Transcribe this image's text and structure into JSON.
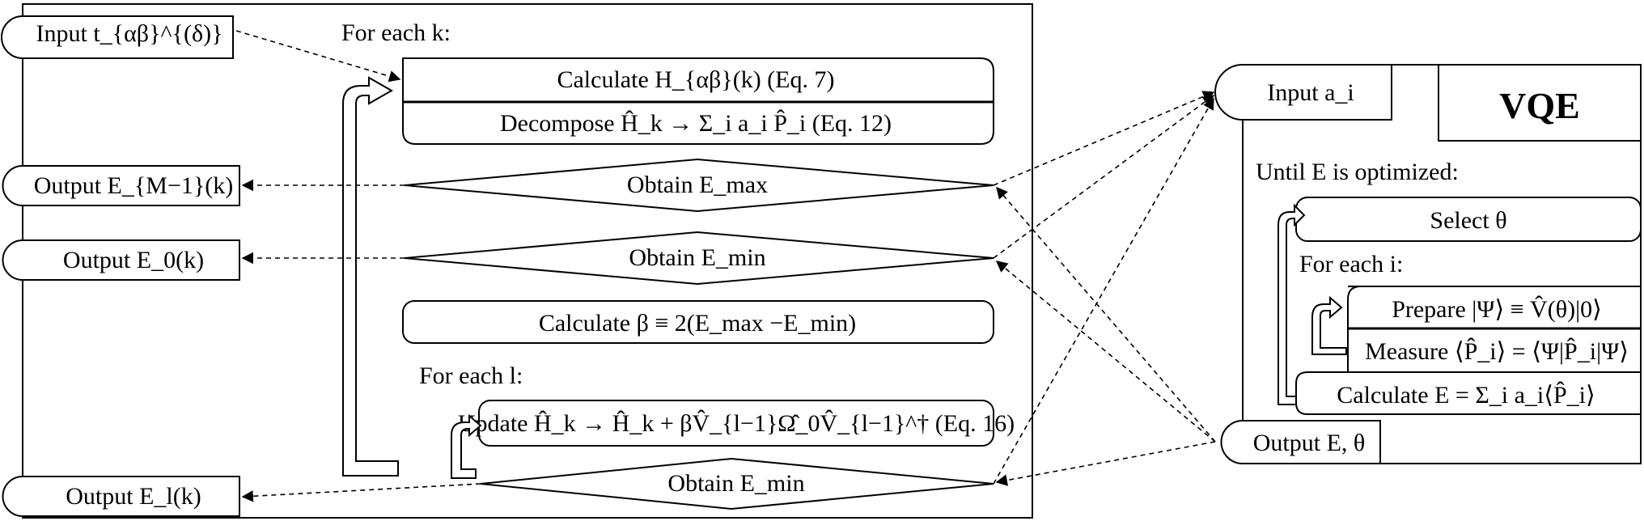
{
  "left_panel": {
    "input_t": "Input t_{αβ}^{(δ)}",
    "for_each_k": "For each k:",
    "calc_h": "Calculate H_{αβ}(k)   (Eq. 7)",
    "decompose": "Decompose Ĥ_k → Σ_i a_i P̂_i   (Eq. 12)",
    "obtain_emax": "Obtain E_max",
    "obtain_emin_1": "Obtain E_min",
    "calc_beta": "Calculate β ≡ 2(E_max −E_min)",
    "for_each_l": "For each l:",
    "update": "Update Ĥ_k → Ĥ_k + βV̂_{l−1}Ω̂_0V̂_{l−1}^† (Eq. 16)",
    "obtain_emin_2": "Obtain E_min",
    "output_em1": "Output E_{M−1}(k)",
    "output_e0": "Output E_0(k)",
    "output_el": "Output E_l(k)"
  },
  "vqe_panel": {
    "title": "VQE",
    "input_a": "Input a_i",
    "until": "Until E is optimized:",
    "select": "Select θ",
    "for_each_i": "For each i:",
    "prepare": "Prepare |Ψ⟩ ≡ V̂(θ)|0⟩",
    "measure": "Measure ⟨P̂_i⟩ = ⟨Ψ|P̂_i|Ψ⟩",
    "calculate_e": "Calculate E = Σ_i a_i⟨P̂_i⟩",
    "output": "Output E, θ"
  }
}
